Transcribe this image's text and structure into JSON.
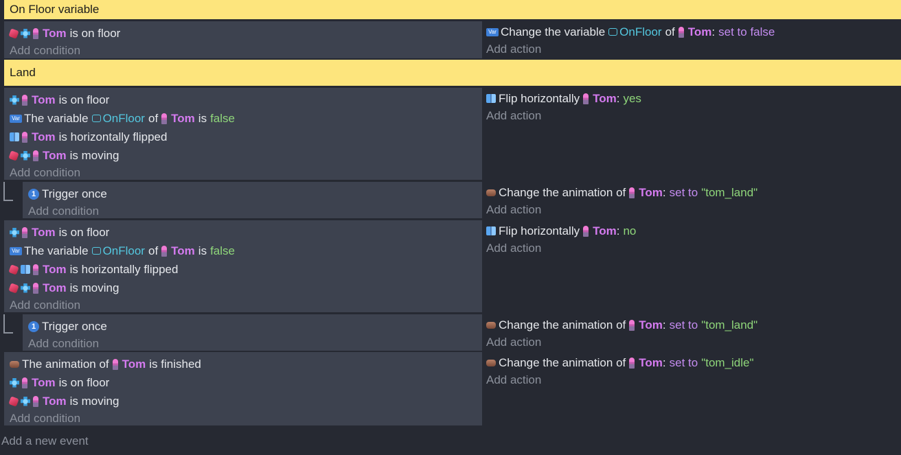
{
  "groups": {
    "g1": "On Floor variable",
    "g2": "Land"
  },
  "common": {
    "add_condition": "Add condition",
    "add_action": "Add action",
    "add_event": "Add a new event",
    "object": "Tom",
    "is_on_floor": "is on floor",
    "is_moving": "is moving",
    "is_hflipped": "is horizontally flipped",
    "the_variable": "The variable",
    "of": "of",
    "is": "is",
    "onfloor": "OnFloor",
    "false": "false",
    "trigger_once": "Trigger once",
    "change_variable": "Change the variable",
    "set_to": "set to",
    "set_to_false": "set to false",
    "flip_h": "Flip horizontally",
    "yes": "yes",
    "no": "no",
    "change_anim": "Change the animation of",
    "colon": ":",
    "anim_of": "The animation of",
    "is_finished": "is finished",
    "tom_land": "\"tom_land\"",
    "tom_idle": "\"tom_idle\""
  },
  "icons": {
    "cube": "cube-icon",
    "platformer": "platformer-icon",
    "character": "character-icon",
    "variable": "variable-icon",
    "flip": "flip-icon",
    "animation": "animation-icon",
    "trigger_once": "trigger-once-icon"
  },
  "colors": {
    "group_bg": "#fde57d",
    "conditions_bg": "#3d424f",
    "background": "#262932",
    "object": "#d57bf0",
    "value": "#8fd67a",
    "operator": "#c48cf0",
    "variable": "#54c7df",
    "muted": "#8c919c"
  }
}
